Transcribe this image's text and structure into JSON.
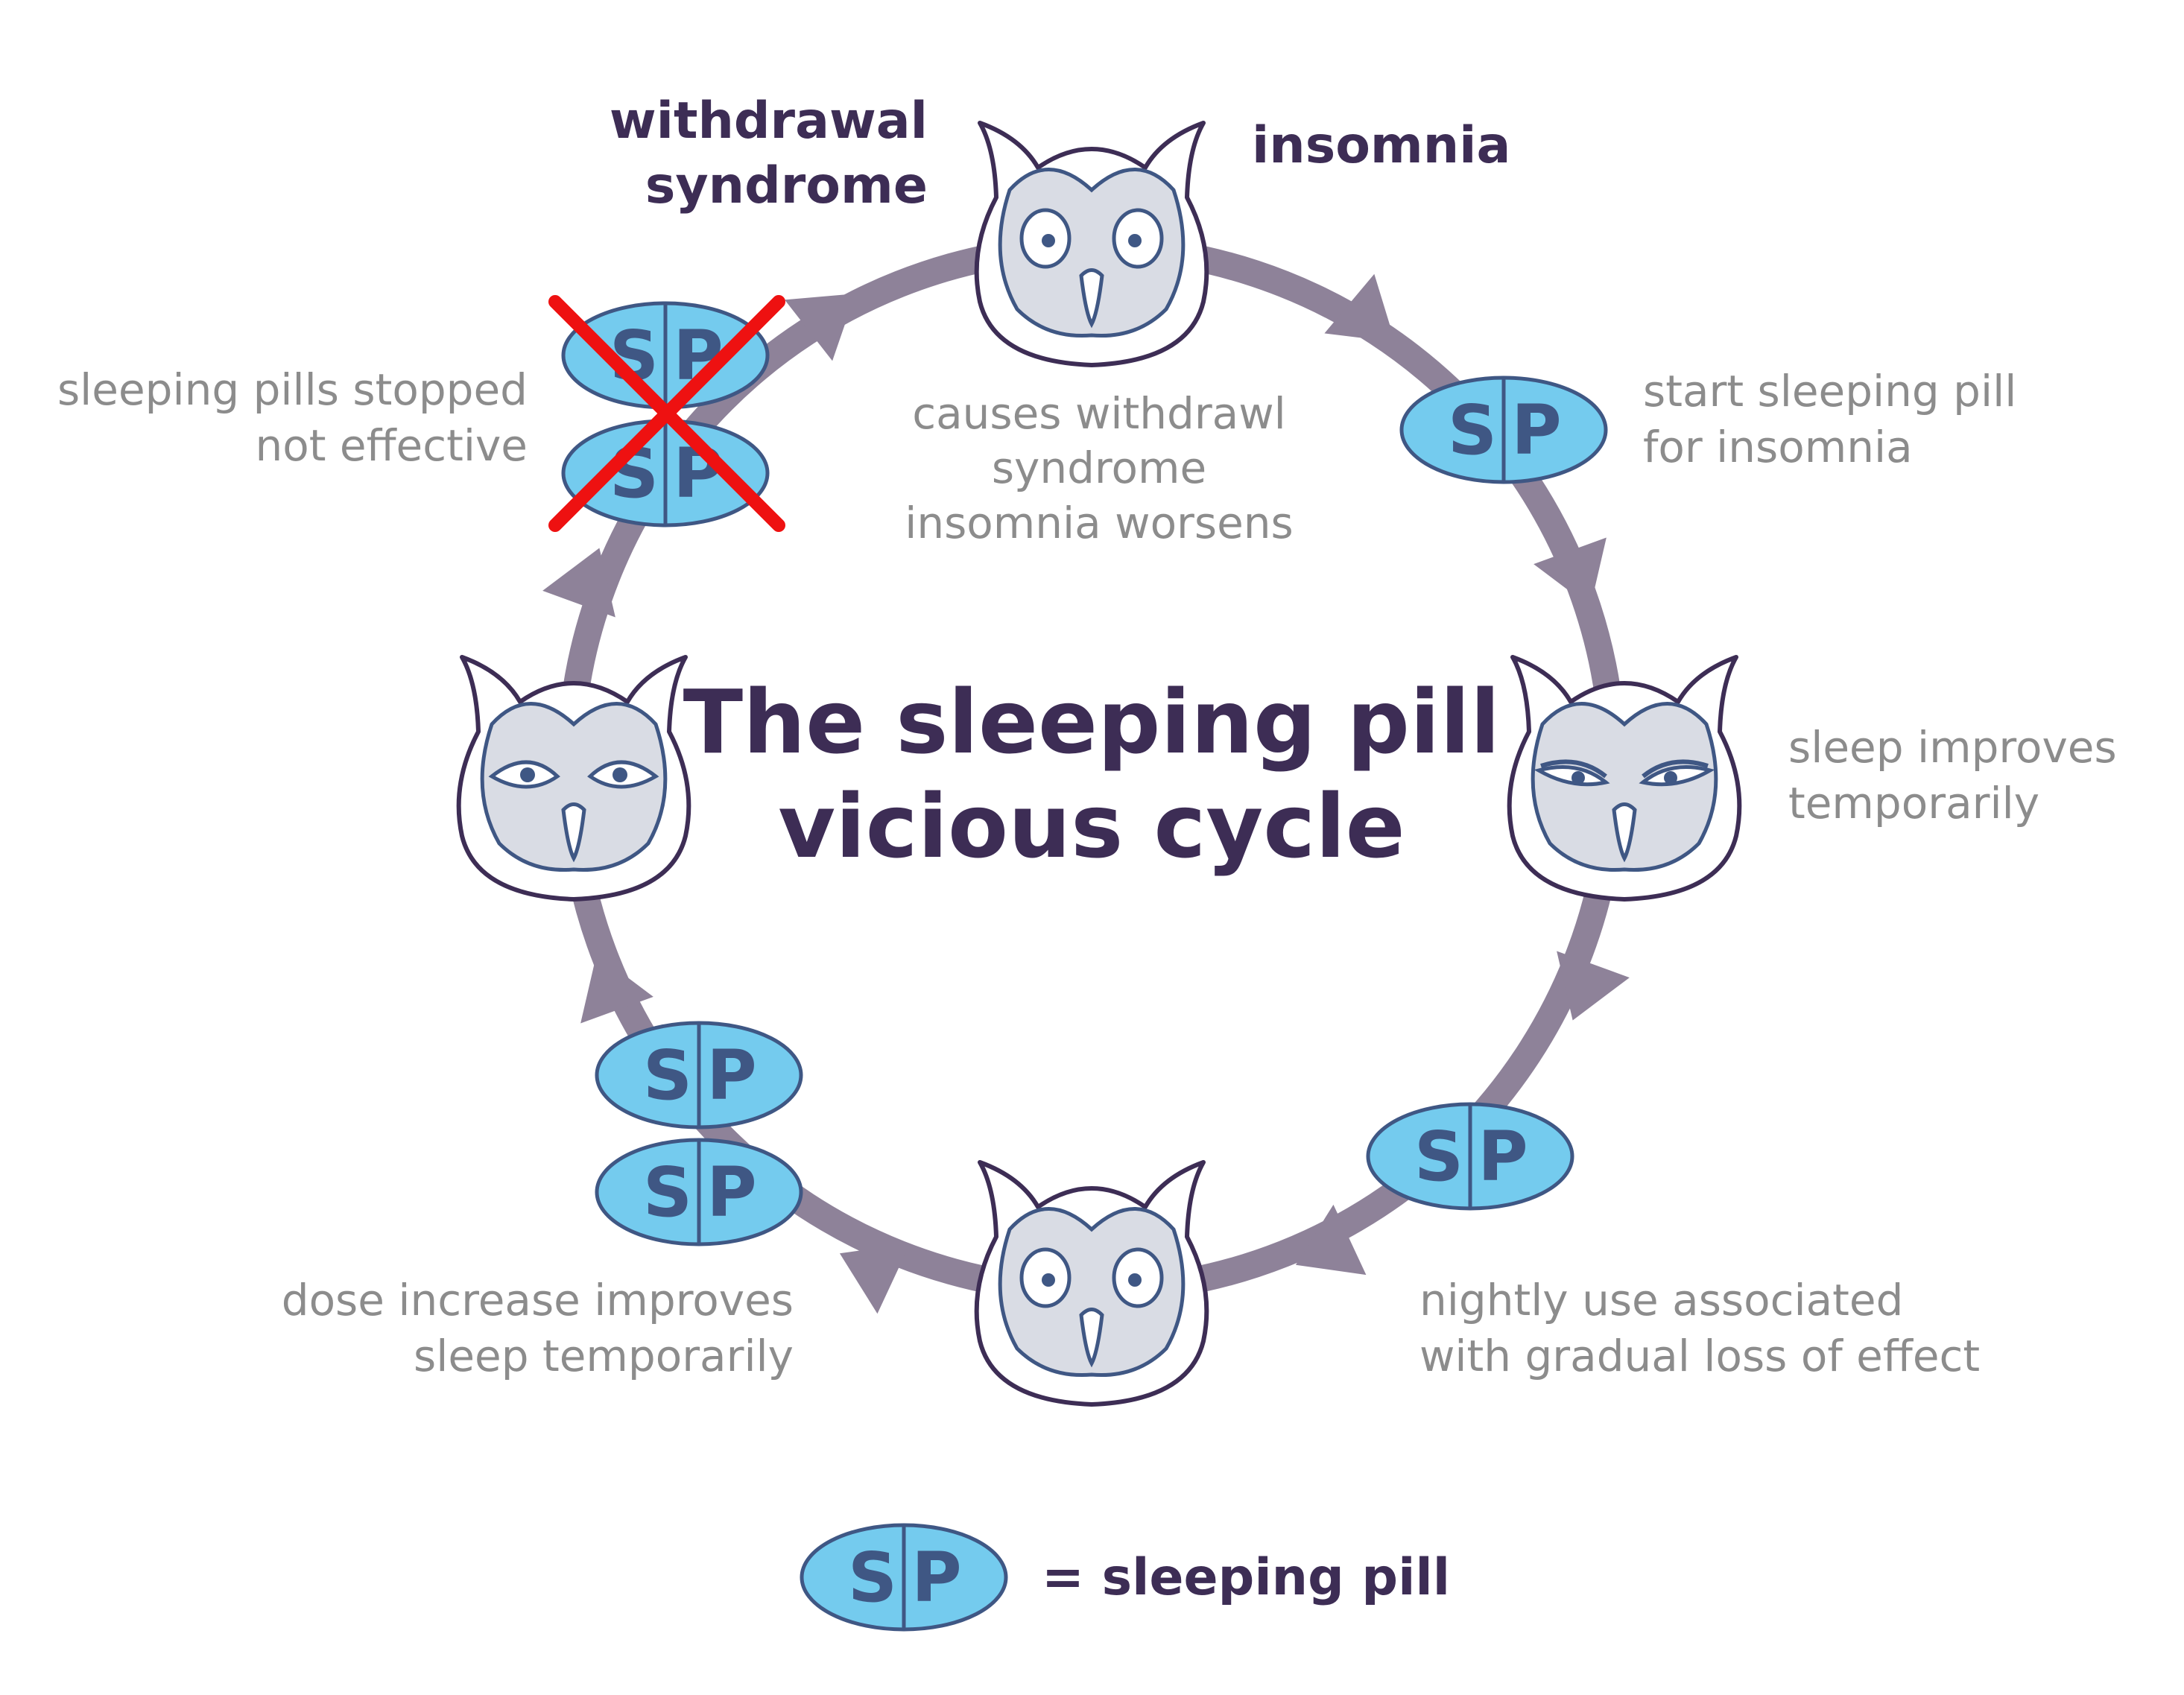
{
  "title": {
    "line1": "The sleeping pill",
    "line2": "vicious cycle"
  },
  "pill": {
    "letter_left": "S",
    "letter_right": "P"
  },
  "labels": {
    "withdrawal_syndrome": [
      "withdrawal",
      "syndrome"
    ],
    "insomnia": "insomnia",
    "causes_withdrawal": [
      "causes withdrawl",
      "syndrome",
      "insomnia worsens"
    ],
    "start_pill": [
      "start sleeping pill",
      "for insomnia"
    ],
    "sleep_improves": [
      "sleep improves",
      "temporarily"
    ],
    "nightly_use": [
      "nightly use associated",
      "with gradual loss of effect"
    ],
    "dose_increase": [
      "dose increase improves",
      "sleep temporarily"
    ],
    "pills_stopped": [
      "sleeping pills stopped",
      "not effective"
    ]
  },
  "legend": {
    "text": "= sleeping pill"
  },
  "colors": {
    "ring": "#8e8299",
    "pill_fill": "#74cbee",
    "pill_stroke": "#3f5784",
    "owl_outline": "#3d2d55",
    "owl_face": "#d9dce4",
    "cross": "#ee1111",
    "title": "#3d2d55",
    "caption": "#8c8c8c"
  },
  "icons": [
    "owl-icon",
    "sleeping-pill-icon",
    "cross-icon",
    "arrow-icon"
  ]
}
